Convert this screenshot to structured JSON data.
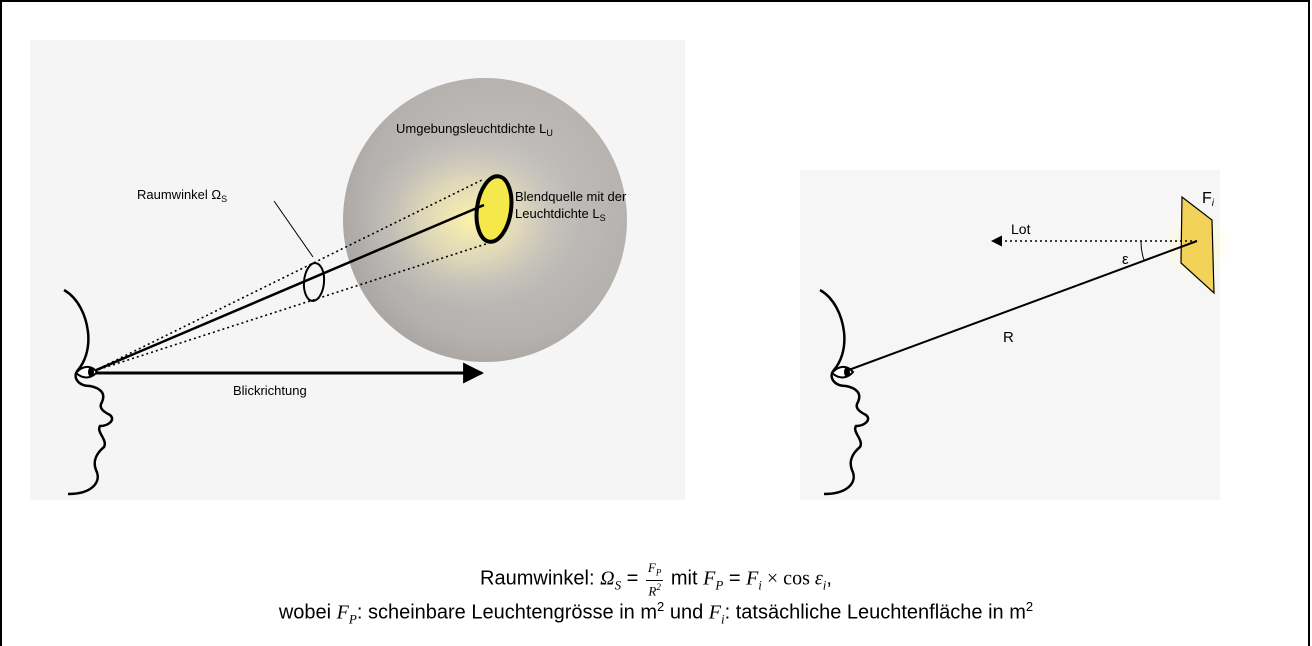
{
  "left_diagram": {
    "surrounding_luminance_label": "Umgebungsleuchtdichte L",
    "surrounding_luminance_sub": "U",
    "solid_angle_label": "Raumwinkel Ω",
    "solid_angle_sub": "S",
    "glare_source_line1": "Blendquelle mit der",
    "glare_source_line2": "Leuchtdichte L",
    "glare_source_sub": "S",
    "viewing_direction_label": "Blickrichtung"
  },
  "right_diagram": {
    "area_label": "F",
    "area_sub": "i",
    "normal_label": "Lot",
    "angle_label": "ε",
    "distance_label": "R"
  },
  "formula": {
    "line1_prefix": "Raumwinkel: ",
    "omega": "Ω",
    "omega_sub": "S",
    "equals": " = ",
    "frac_num": "F",
    "frac_num_sub": "P",
    "frac_den": "R",
    "frac_den_sup": "2",
    "mit": " mit ",
    "fp": "F",
    "fp_sub": "P",
    "equals2": " = ",
    "fi": "F",
    "fi_sub": "i",
    "times_cos": " × cos ",
    "eps": "ε",
    "eps_sub": "i",
    "comma": ",",
    "line2_prefix": "wobei ",
    "l2_fp": "F",
    "l2_fp_sub": "P",
    "l2_text1": ": scheinbare Leuchtengrösse in m",
    "l2_sup1": "2",
    "l2_text2": " und ",
    "l2_fi": "F",
    "l2_fi_sub": "i",
    "l2_text3": ": tatsächliche Leuchtenfläche in m",
    "l2_sup2": "2"
  }
}
